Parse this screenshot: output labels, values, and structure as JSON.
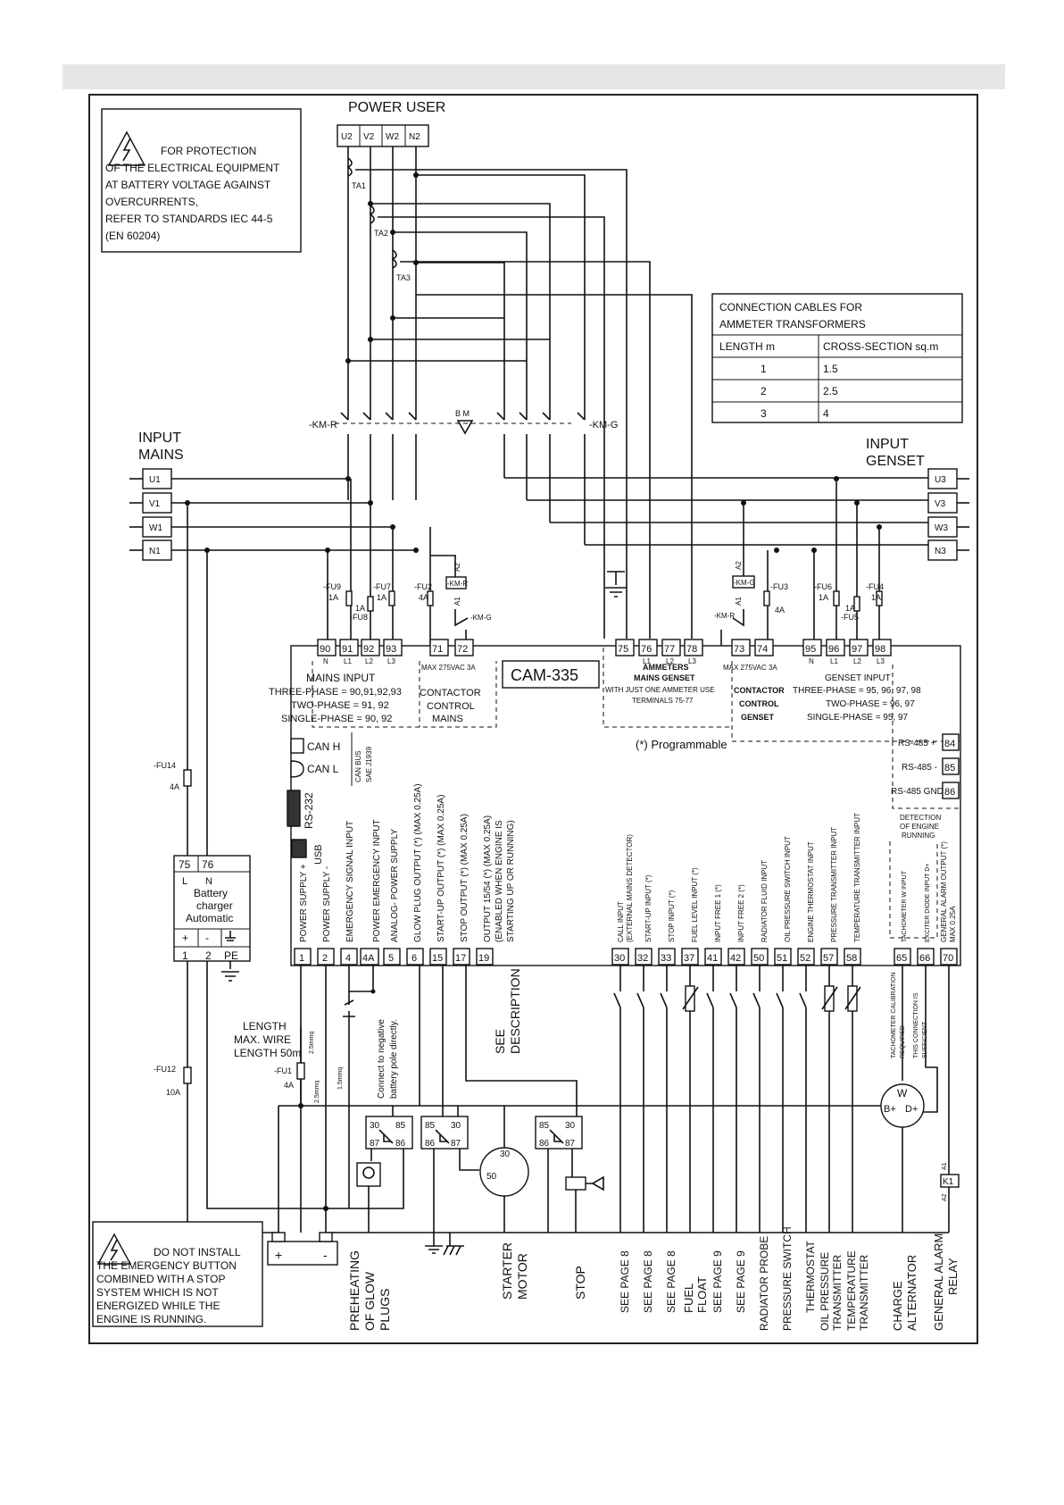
{
  "power_user_title": "POWER USER",
  "power_user_terms": [
    "U2",
    "V2",
    "W2",
    "N2"
  ],
  "protection_note": [
    "FOR PROTECTION",
    "OF THE ELECTRICAL EQUIPMENT",
    "AT BATTERY VOLTAGE AGAINST",
    "OVERCURRENTS,",
    "REFER TO STANDARDS IEC 44-5",
    "(EN 60204)"
  ],
  "ct_labels": [
    "TA1",
    "TA2",
    "TA3"
  ],
  "cable_table": {
    "title_lines": [
      "CONNECTION CABLES FOR",
      "AMMETER TRANSFORMERS"
    ],
    "headers": [
      "LENGTH m",
      "CROSS-SECTION sq.m"
    ],
    "rows": [
      [
        "1",
        "1.5"
      ],
      [
        "2",
        "2.5"
      ],
      [
        "3",
        "4"
      ]
    ]
  },
  "contactors": {
    "mains": "-KM-R",
    "genset": "-KM-G",
    "bm": "B M"
  },
  "input_mains": {
    "title": [
      "INPUT",
      "MAINS"
    ],
    "terms": [
      "U1",
      "V1",
      "W1",
      "N1"
    ]
  },
  "input_genset": {
    "title": [
      "INPUT",
      "GENSET"
    ],
    "terms": [
      "U3",
      "V3",
      "W3",
      "N3"
    ]
  },
  "fuses": {
    "fu9": [
      "-FU9",
      "1A"
    ],
    "fu8": [
      "1A",
      "-FU8"
    ],
    "fu7": [
      "-FU7",
      "1A"
    ],
    "fu2": [
      "-FU2",
      "4A"
    ],
    "fu3": [
      "-FU3",
      "4A"
    ],
    "fu6": [
      "-FU6",
      "1A"
    ],
    "fu5": [
      "1A",
      "-FU5"
    ],
    "fu4": [
      "-FU4",
      "1A"
    ],
    "fu14": [
      "-FU14",
      "4A"
    ],
    "fu12": [
      "-FU12",
      "10A"
    ],
    "fu1": [
      "-FU1",
      "4A"
    ]
  },
  "coils": {
    "kmr": "-KM-R",
    "kmg": "-KM-G",
    "a1": "A1",
    "a2": "A2",
    "kmg_contact": "-KM-G",
    "kmr_contact": "-KM-R"
  },
  "controller": {
    "name": "CAM-335",
    "programmable": "(*) Programmable",
    "top_terms": [
      "90",
      "91",
      "92",
      "93",
      "71",
      "72",
      "75",
      "76",
      "77",
      "78",
      "73",
      "74",
      "95",
      "96",
      "97",
      "98"
    ],
    "phase_marks_mains": [
      "N",
      "L1",
      "L2",
      "L3"
    ],
    "phase_marks_amm": [
      "L1",
      "L2",
      "L3"
    ],
    "phase_marks_gen": [
      "N",
      "L1",
      "L2",
      "L3"
    ],
    "max_rating": "MAX 275VAC 3A",
    "mains_input": [
      "MAINS INPUT",
      "THREE-PHASE = 90,91,92,93",
      "TWO-PHASE = 91, 92",
      "SINGLE-PHASE = 90, 92"
    ],
    "contactor_mains": [
      "CONTACTOR",
      "CONTROL",
      "MAINS"
    ],
    "ammeters": [
      "AMMETERS",
      "MAINS GENSET",
      "WITH JUST ONE AMMETER USE",
      "TERMINALS 75-77"
    ],
    "contactor_genset": [
      "CONTACTOR",
      "CONTROL",
      "GENSET"
    ],
    "genset_input": [
      "GENSET INPUT",
      "THREE-PHASE = 95, 96, 97, 98",
      "TWO-PHASE = 96, 97",
      "SINGLE-PHASE = 95, 97"
    ],
    "can_h": "CAN H",
    "can_l": "CAN L",
    "can_bus": "CAN BUS",
    "sae": "SAE J1939",
    "rs232": "RS-232",
    "usb": "USB",
    "rs485": [
      [
        "RS-485 +",
        "84"
      ],
      [
        "RS-485 -",
        "85"
      ],
      [
        "RS-485 GND",
        "86"
      ]
    ],
    "engine_running": [
      "DETECTION",
      "OF ENGINE",
      "RUNNING"
    ],
    "bottom_terms": [
      "1",
      "2",
      "4",
      "4A",
      "5",
      "6",
      "15",
      "17",
      "19",
      "30",
      "32",
      "33",
      "37",
      "41",
      "42",
      "50",
      "51",
      "52",
      "57",
      "58",
      "65",
      "66",
      "70"
    ],
    "bottom_labels": [
      "POWER SUPPLY +",
      "POWER SUPPLY -",
      "EMERGENCY SIGNAL INPUT",
      "POWER EMERGENCY INPUT",
      "ANALOG- POWER SUPPLY",
      "GLOW PLUG OUTPUT (*) (MAX 0.25A)",
      "START-UP OUTPUT (*) (MAX 0.25A)",
      "STOP OUTPUT (*) (MAX 0.25A)",
      "CALL INPUT",
      "START-UP INPUT (*)",
      "STOP INPUT (*)",
      "FUEL LEVEL INPUT (*)",
      "INPUT FREE 1 (*)",
      "INPUT FREE 2 (*)",
      "RADIATOR FLUID INPUT",
      "OIL PRESSURE SWITCH INPUT",
      "ENGINE THERMOSTAT INPUT",
      "PRESSURE TRANSMITTER INPUT",
      "TEMPERATURE TRANSMITTER INPUT",
      "TACHOMETER W INPUT",
      "EXCITER DIODE INPUT D+",
      "GENERAL ALARM OUTPUT (*)"
    ],
    "call_sub": "(EXTERNAL MAINS DETECTOR)",
    "alarm_sub": "MAX 0.25A",
    "output15": [
      "OUTPUT 15/54 (*) (MAX 0.25A)",
      "(ENABLED WHEN ENGINE IS",
      "STARTING UP OR RUNNING)"
    ]
  },
  "charger": {
    "terms_top": [
      "75",
      "76"
    ],
    "marks_top": [
      "L",
      "N"
    ],
    "lines": [
      "Battery",
      "charger",
      "Automatic"
    ],
    "marks_bottom": [
      "+",
      "-"
    ],
    "terms_bottom": [
      "1",
      "2",
      "PE"
    ]
  },
  "wire_notes": {
    "length": [
      "LENGTH",
      "MAX. WIRE",
      "LENGTH 50m"
    ],
    "mm1": "2.5mmq",
    "mm2": "1.5mmq",
    "mm3": "2.5mmq",
    "connect": [
      "Connect to negative",
      "battery pole directly."
    ],
    "see_desc": [
      "SEE",
      "DESCRIPTION"
    ],
    "tacho": [
      "TACHOMETER CALIBRATION",
      "REQUIRED",
      "THIS CONNECTION IS",
      "SUFFICIENT"
    ]
  },
  "relays": [
    [
      "30",
      "85",
      "87",
      "86"
    ],
    [
      "85",
      "30",
      "86",
      "87"
    ],
    [
      "85",
      "30",
      "86",
      "87"
    ]
  ],
  "motor": {
    "t30": "30",
    "t50": "50"
  },
  "alternator": {
    "w": "W",
    "b": "B+",
    "d": "D+"
  },
  "k1": {
    "label": "K1",
    "a1": "A1",
    "a2": "A2"
  },
  "battery_marks": [
    "+",
    "-"
  ],
  "warning_note": [
    "DO NOT INSTALL",
    "THE EMERGENCY BUTTON",
    "COMBINED WITH A STOP",
    "SYSTEM WHICH IS NOT",
    "ENERGIZED WHILE THE",
    "ENGINE IS RUNNING."
  ],
  "bottom_captions": [
    "PREHEATING",
    "OF GLOW",
    "PLUGS",
    "STARTER",
    "MOTOR",
    "STOP",
    "SEE PAGE 8",
    "SEE PAGE 8",
    "SEE PAGE 8",
    "FUEL",
    "FLOAT",
    "SEE PAGE 9",
    "SEE PAGE 9",
    "RADIATOR PROBE",
    "PRESSURE SWITCH",
    "THERMOSTAT",
    "OIL PRESSURE",
    "TRANSMITTER",
    "TEMPERATURE",
    "TRANSMITTER",
    "CHARGE",
    "ALTERNATOR",
    "GENERAL ALARM",
    "RELAY"
  ]
}
